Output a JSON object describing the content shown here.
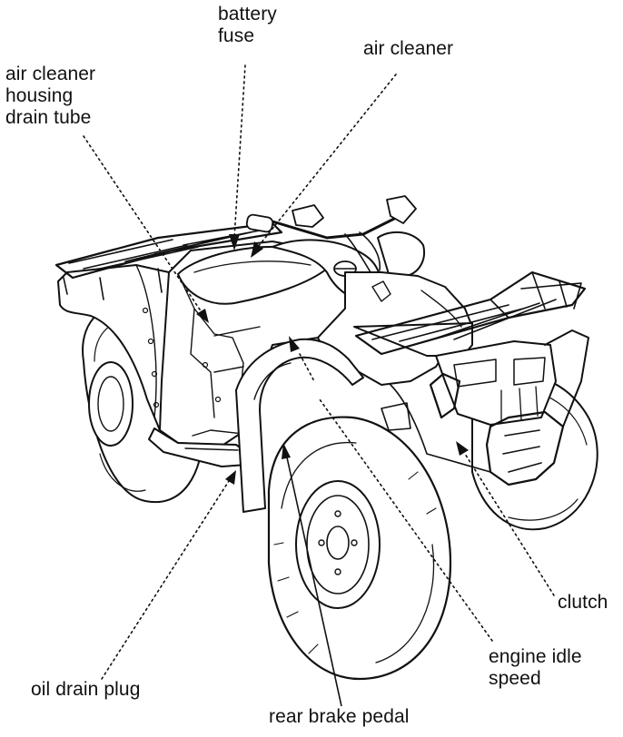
{
  "labels": {
    "battery_fuse": "battery\nfuse",
    "air_cleaner": "air cleaner",
    "air_cleaner_housing_drain_tube": "air cleaner\nhousing\ndrain tube",
    "clutch": "clutch",
    "engine_idle_speed": "engine idle\nspeed",
    "oil_drain_plug": "oil drain plug",
    "rear_brake_pedal": "rear brake pedal"
  }
}
